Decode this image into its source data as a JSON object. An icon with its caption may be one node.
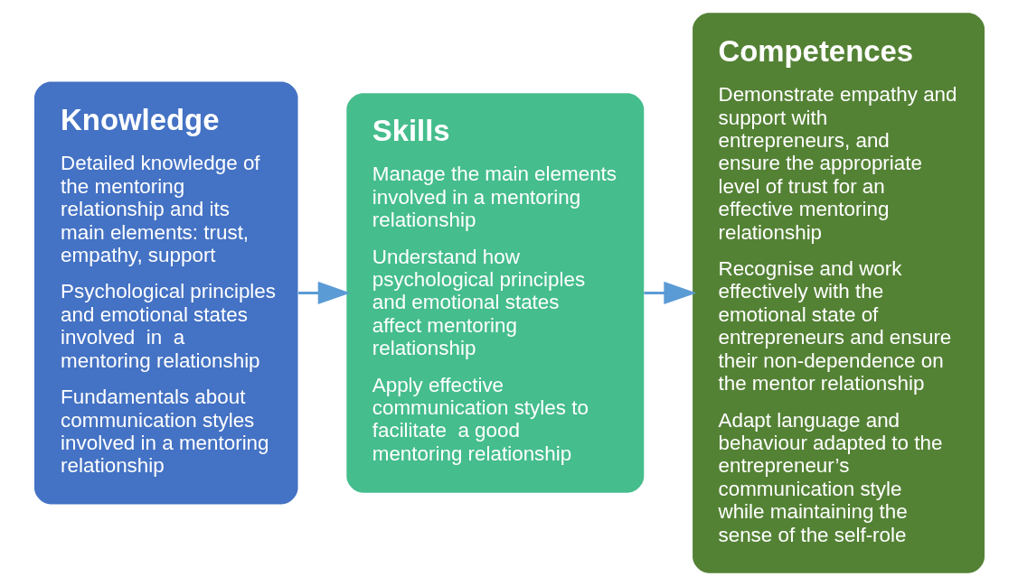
{
  "diagram": {
    "nodes": [
      {
        "text": [
          "Knowledge",
          "Detailed knowledge of the mentoring relationship and its main elements: trust, empathy, support",
          "Psychological principles and emotional states involved  in  a mentoring relationship",
          "Fundamentals about communication styles involved in a mentoring relationship"
        ]
      },
      {
        "text": [
          "Skills",
          "Manage the main elements involved in a mentoring relationship",
          "Understand how psychological principles and emotional states affect mentoring relationship",
          "Apply effective communication styles to facilitate  a good mentoring relationship"
        ]
      },
      {
        "text": [
          "Competences",
          "Demonstrate empathy and support with entrepreneurs, and ensure the appropriate level of trust for an effective mentoring relationship",
          "Recognise and work effectively with the emotional state of entrepreneurs and ensure their non-dependence on the mentor relationship",
          "Adapt language and behaviour adapted to the entrepreneur’s communication style while maintaining the sense of the self-role"
        ]
      }
    ],
    "edges": [
      {
        "from": 0,
        "to": 1,
        "arrow": "to"
      },
      {
        "from": 1,
        "to": 2,
        "arrow": "to"
      }
    ]
  }
}
